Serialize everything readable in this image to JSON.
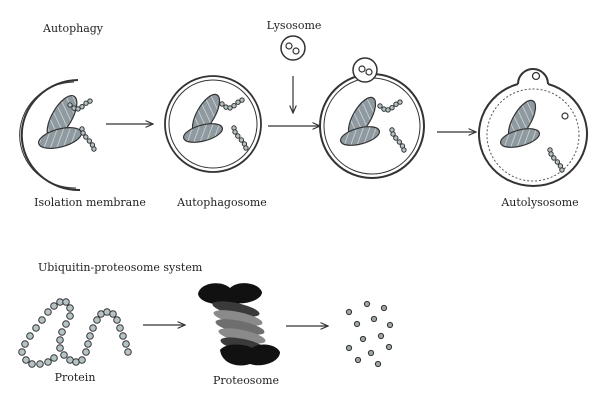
{
  "sections": {
    "autophagy": {
      "title": "Autophagy",
      "stages": [
        {
          "label": "Isolation membrane"
        },
        {
          "label": "Autophagosome"
        },
        {
          "label": ""
        },
        {
          "label": "Autolysosome"
        }
      ],
      "lysosome_label": "Lysosome"
    },
    "ups": {
      "title": "Ubiquitin-proteosome system",
      "stages": [
        {
          "label": "Protein"
        },
        {
          "label": "Proteosome"
        }
      ]
    }
  },
  "colors": {
    "stroke": "#333333",
    "mitochondria_fill": "#8f9aa0",
    "bead_fill": "#b5c3c6",
    "proteasome_cap": "#111111",
    "proteasome_ring_light": "#8a8a8a",
    "proteasome_ring_dark": "#3a3a3a",
    "peptide_fill": "#9aa6aa"
  }
}
